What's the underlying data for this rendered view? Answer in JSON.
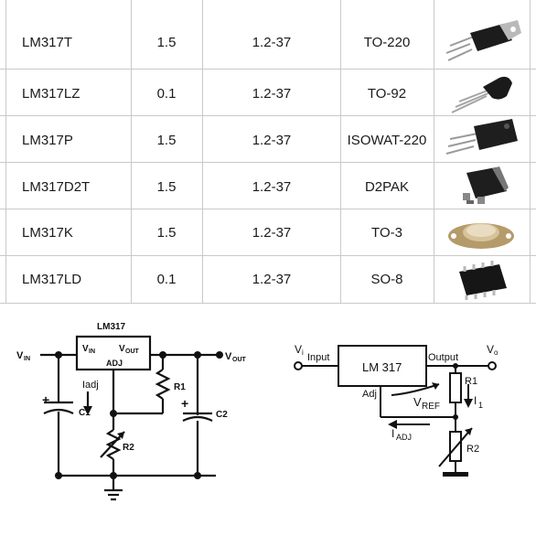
{
  "table": {
    "rows": [
      {
        "part": "LM317T",
        "current": "1.5",
        "voltage": "1.2-37",
        "package": "TO-220",
        "image_icon": "to220-package-icon"
      },
      {
        "part": "LM317LZ",
        "current": "0.1",
        "voltage": "1.2-37",
        "package": "TO-92",
        "image_icon": "to92-package-icon"
      },
      {
        "part": "LM317P",
        "current": "1.5",
        "voltage": "1.2-37",
        "package": "ISOWAT-220",
        "image_icon": "isowatt220-package-icon"
      },
      {
        "part": "LM317D2T",
        "current": "1.5",
        "voltage": "1.2-37",
        "package": "D2PAK",
        "image_icon": "d2pak-package-icon"
      },
      {
        "part": "LM317K",
        "current": "1.5",
        "voltage": "1.2-37",
        "package": "TO-3",
        "image_icon": "to3-package-icon"
      },
      {
        "part": "LM317LD",
        "current": "0.1",
        "voltage": "1.2-37",
        "package": "SO-8",
        "image_icon": "so8-package-icon"
      }
    ]
  },
  "schematic_left": {
    "chip_title": "LM317",
    "vin": "V",
    "vin_sub": "IN",
    "pin_vin": "V",
    "pin_vin_sub": "IN",
    "pin_vout": "V",
    "pin_vout_sub": "OUT",
    "pin_adj": "ADJ",
    "vout": "V",
    "vout_sub": "OUT",
    "iadj": "Iadj",
    "r1": "R1",
    "r2": "R2",
    "c1": "C1",
    "c2": "C2",
    "plus1": "+",
    "plus2": "+"
  },
  "schematic_right": {
    "vi": "V",
    "vi_sub": "i",
    "input": "Input",
    "chip": "LM 317",
    "output": "Output",
    "vo": "V",
    "vo_sub": "o",
    "adj": "Adj",
    "vref": "V",
    "vref_sub": "REF",
    "r1": "R1",
    "i1": "I",
    "i1_sub": "1",
    "iadj": "I",
    "iadj_sub": "ADJ",
    "r2": "R2"
  }
}
